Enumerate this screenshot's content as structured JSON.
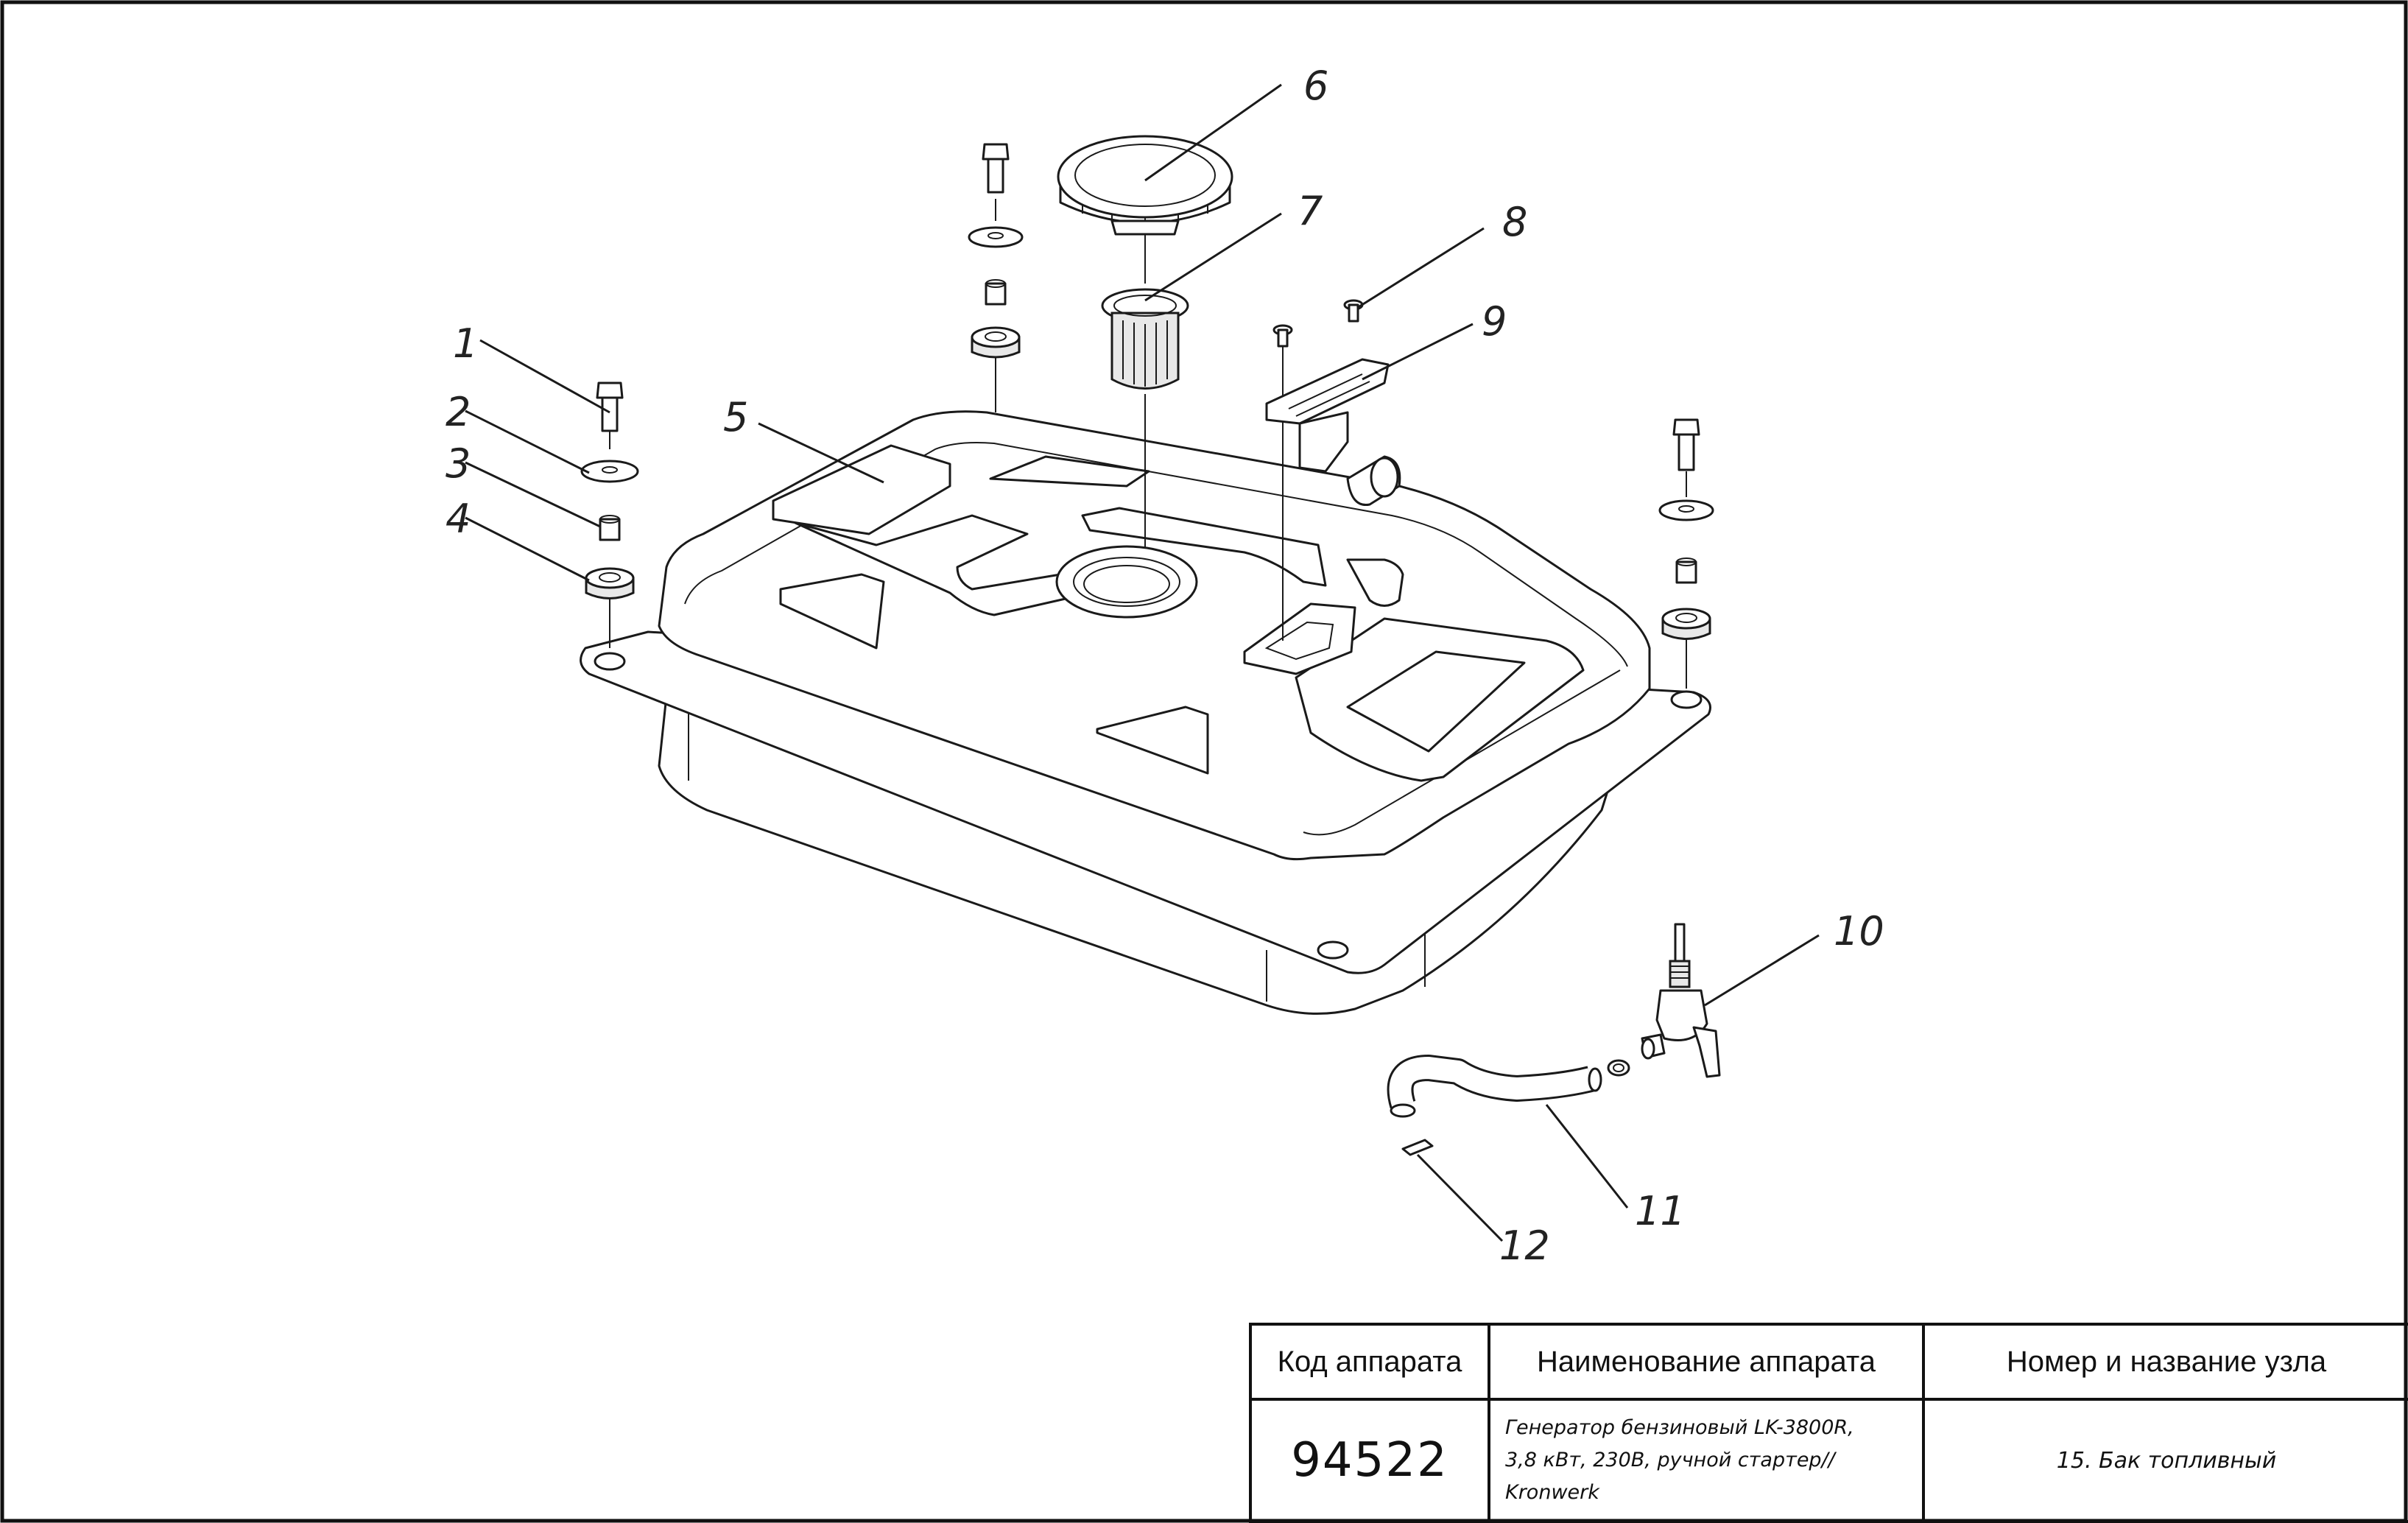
{
  "drawing": {
    "callouts": [
      "1",
      "2",
      "3",
      "4",
      "5",
      "6",
      "7",
      "8",
      "9",
      "10",
      "11",
      "12"
    ]
  },
  "title_block": {
    "headers": {
      "code": "Код аппарата",
      "name": "Наименование аппарата",
      "node": "Номер и название узла"
    },
    "code": "94522",
    "name_lines": [
      "Генератор бензиновый LK-3800R,",
      "3,8 кВт, 230В, ручной стартер//",
      "Kronwerk"
    ],
    "node": "15. Бак топливный"
  }
}
